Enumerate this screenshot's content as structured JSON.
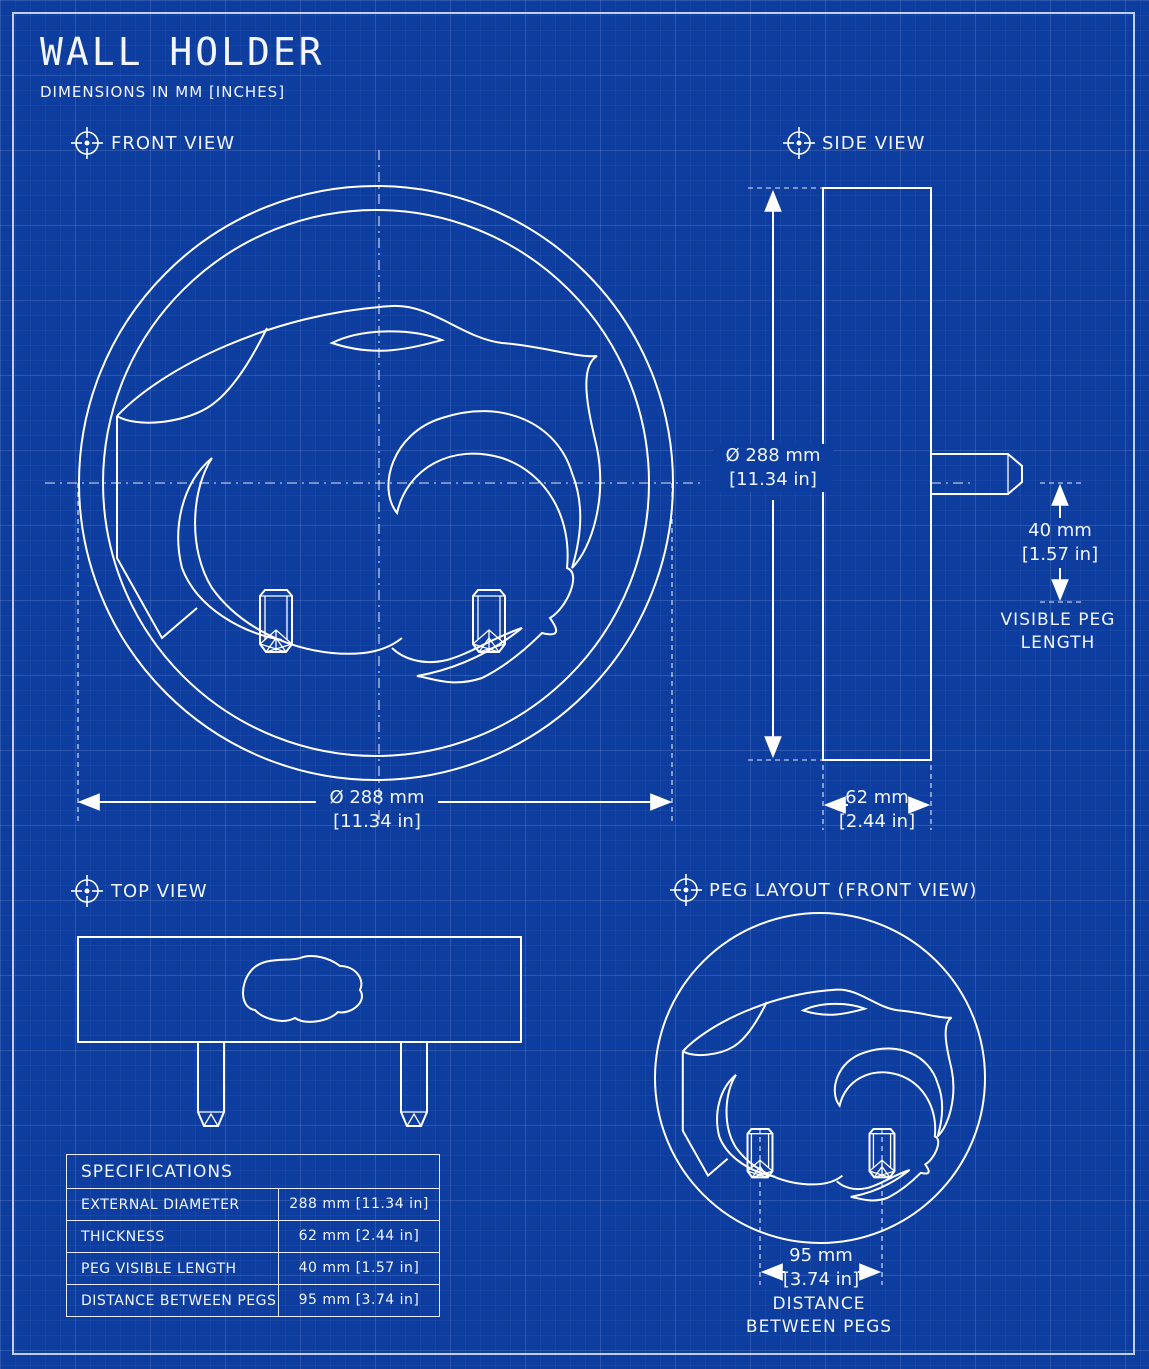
{
  "title": "WALL  HOLDER",
  "subtitle": "DIMENSIONS IN MM [INCHES]",
  "views": {
    "front": "FRONT VIEW",
    "side": "SIDE VIEW",
    "top": "TOP VIEW",
    "peg_layout": "PEG LAYOUT (FRONT VIEW)"
  },
  "dimensions": {
    "front_diameter": {
      "mm": "Ø 288 mm",
      "in": "[11.34 in]"
    },
    "side_diameter": {
      "mm": "Ø 288 mm",
      "in": "[11.34 in]"
    },
    "thickness": {
      "mm": "62 mm",
      "in": "[2.44 in]"
    },
    "peg_length": {
      "mm": "40 mm",
      "in": "[1.57 in]"
    },
    "peg_distance": {
      "mm": "95 mm",
      "in": "[3.74 in]"
    }
  },
  "notes": {
    "peg_length_line1": "VISIBLE PEG",
    "peg_length_line2": "LENGTH",
    "distance_line1": "DISTANCE",
    "distance_line2": "BETWEEN PEGS"
  },
  "specifications": {
    "heading": "SPECIFICATIONS",
    "rows": [
      {
        "name": "EXTERNAL DIAMETER",
        "value": "288 mm  [11.34 in]"
      },
      {
        "name": "THICKNESS",
        "value": "62 mm  [2.44 in]"
      },
      {
        "name": "PEG VISIBLE LENGTH",
        "value": "40 mm  [1.57 in]"
      },
      {
        "name": "DISTANCE BETWEEN PEGS",
        "value": "95 mm  [3.74 in]"
      }
    ]
  },
  "icons": [
    "crosshair-icon"
  ],
  "colors": {
    "background": "#0d3d9f",
    "lines": "#ffffff"
  }
}
